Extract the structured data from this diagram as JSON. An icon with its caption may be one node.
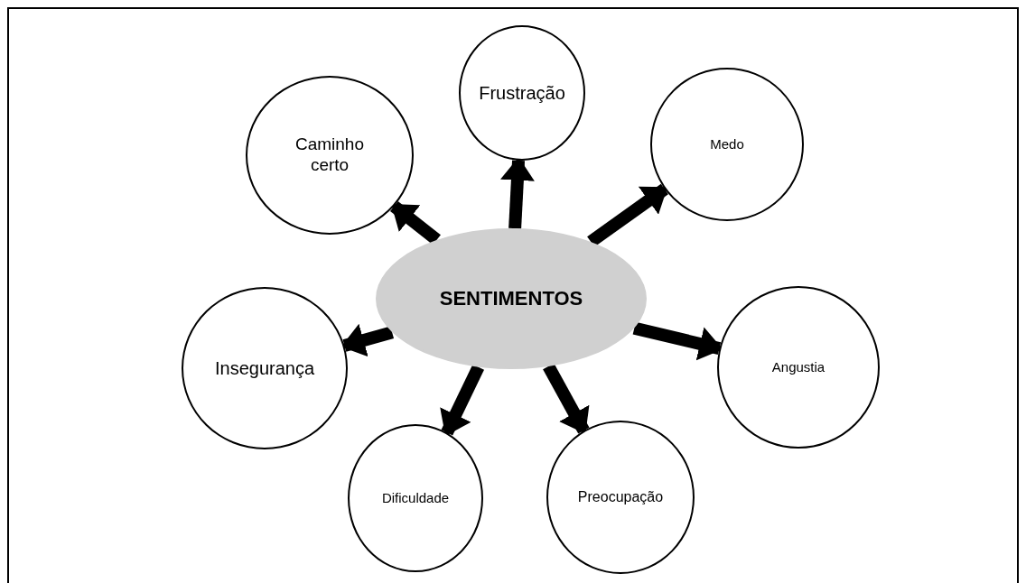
{
  "diagram": {
    "nodes": [
      {
        "text": [
          "SENTIMENTOS"
        ]
      },
      {
        "text": [
          "Frustração"
        ]
      },
      {
        "text": [
          "Caminho certo"
        ]
      },
      {
        "text": [
          "Medo"
        ]
      },
      {
        "text": [
          "Angustia"
        ]
      },
      {
        "text": [
          "Insegurança"
        ]
      },
      {
        "text": [
          "Dificuldade"
        ]
      },
      {
        "text": [
          "Preocupação"
        ]
      }
    ],
    "edges": [
      {
        "from": 0,
        "to": 1,
        "arrow": "to"
      },
      {
        "from": 0,
        "to": 2,
        "arrow": "to"
      },
      {
        "from": 0,
        "to": 3,
        "arrow": "to"
      },
      {
        "from": 0,
        "to": 4,
        "arrow": "to"
      },
      {
        "from": 0,
        "to": 5,
        "arrow": "to"
      },
      {
        "from": 0,
        "to": 6,
        "arrow": "to"
      },
      {
        "from": 0,
        "to": 7,
        "arrow": "to"
      }
    ]
  }
}
